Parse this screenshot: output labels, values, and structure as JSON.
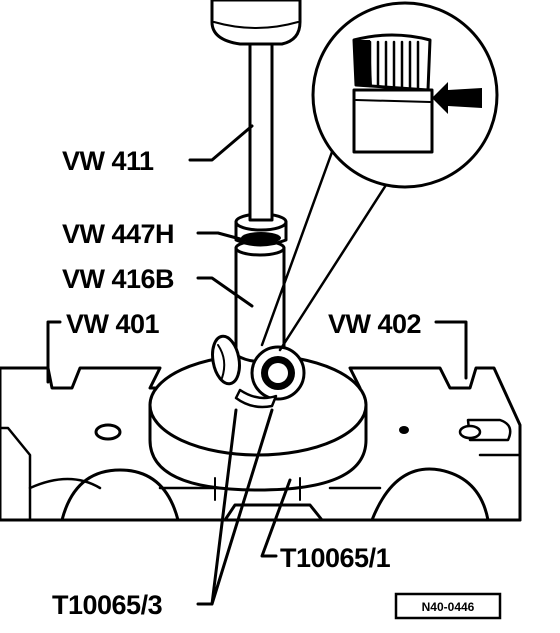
{
  "diagram": {
    "labels": {
      "vw411": "VW 411",
      "vw447h": "VW 447H",
      "vw416b": "VW 416B",
      "vw401": "VW 401",
      "vw402": "VW 402",
      "t10065_1": "T10065/1",
      "t10065_3": "T10065/3"
    },
    "reference_number": "N40-0446"
  }
}
